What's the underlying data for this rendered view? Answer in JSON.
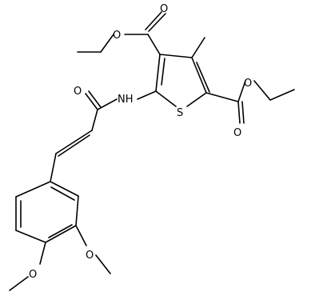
{
  "molecule": {
    "atom_labels": {
      "o1": "O",
      "o2": "O",
      "o3": "O",
      "o4": "O",
      "o5": "O",
      "nh": "NH",
      "s": "S",
      "o6": "O",
      "o7": "O"
    }
  }
}
